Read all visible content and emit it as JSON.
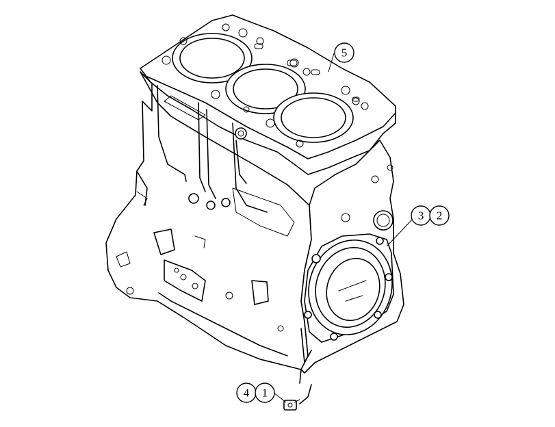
{
  "callouts": {
    "c5": "5",
    "c3": "3",
    "c2": "2",
    "c4": "4",
    "c1": "1"
  },
  "colors": {
    "ink": "#000000",
    "paper": "#ffffff"
  }
}
